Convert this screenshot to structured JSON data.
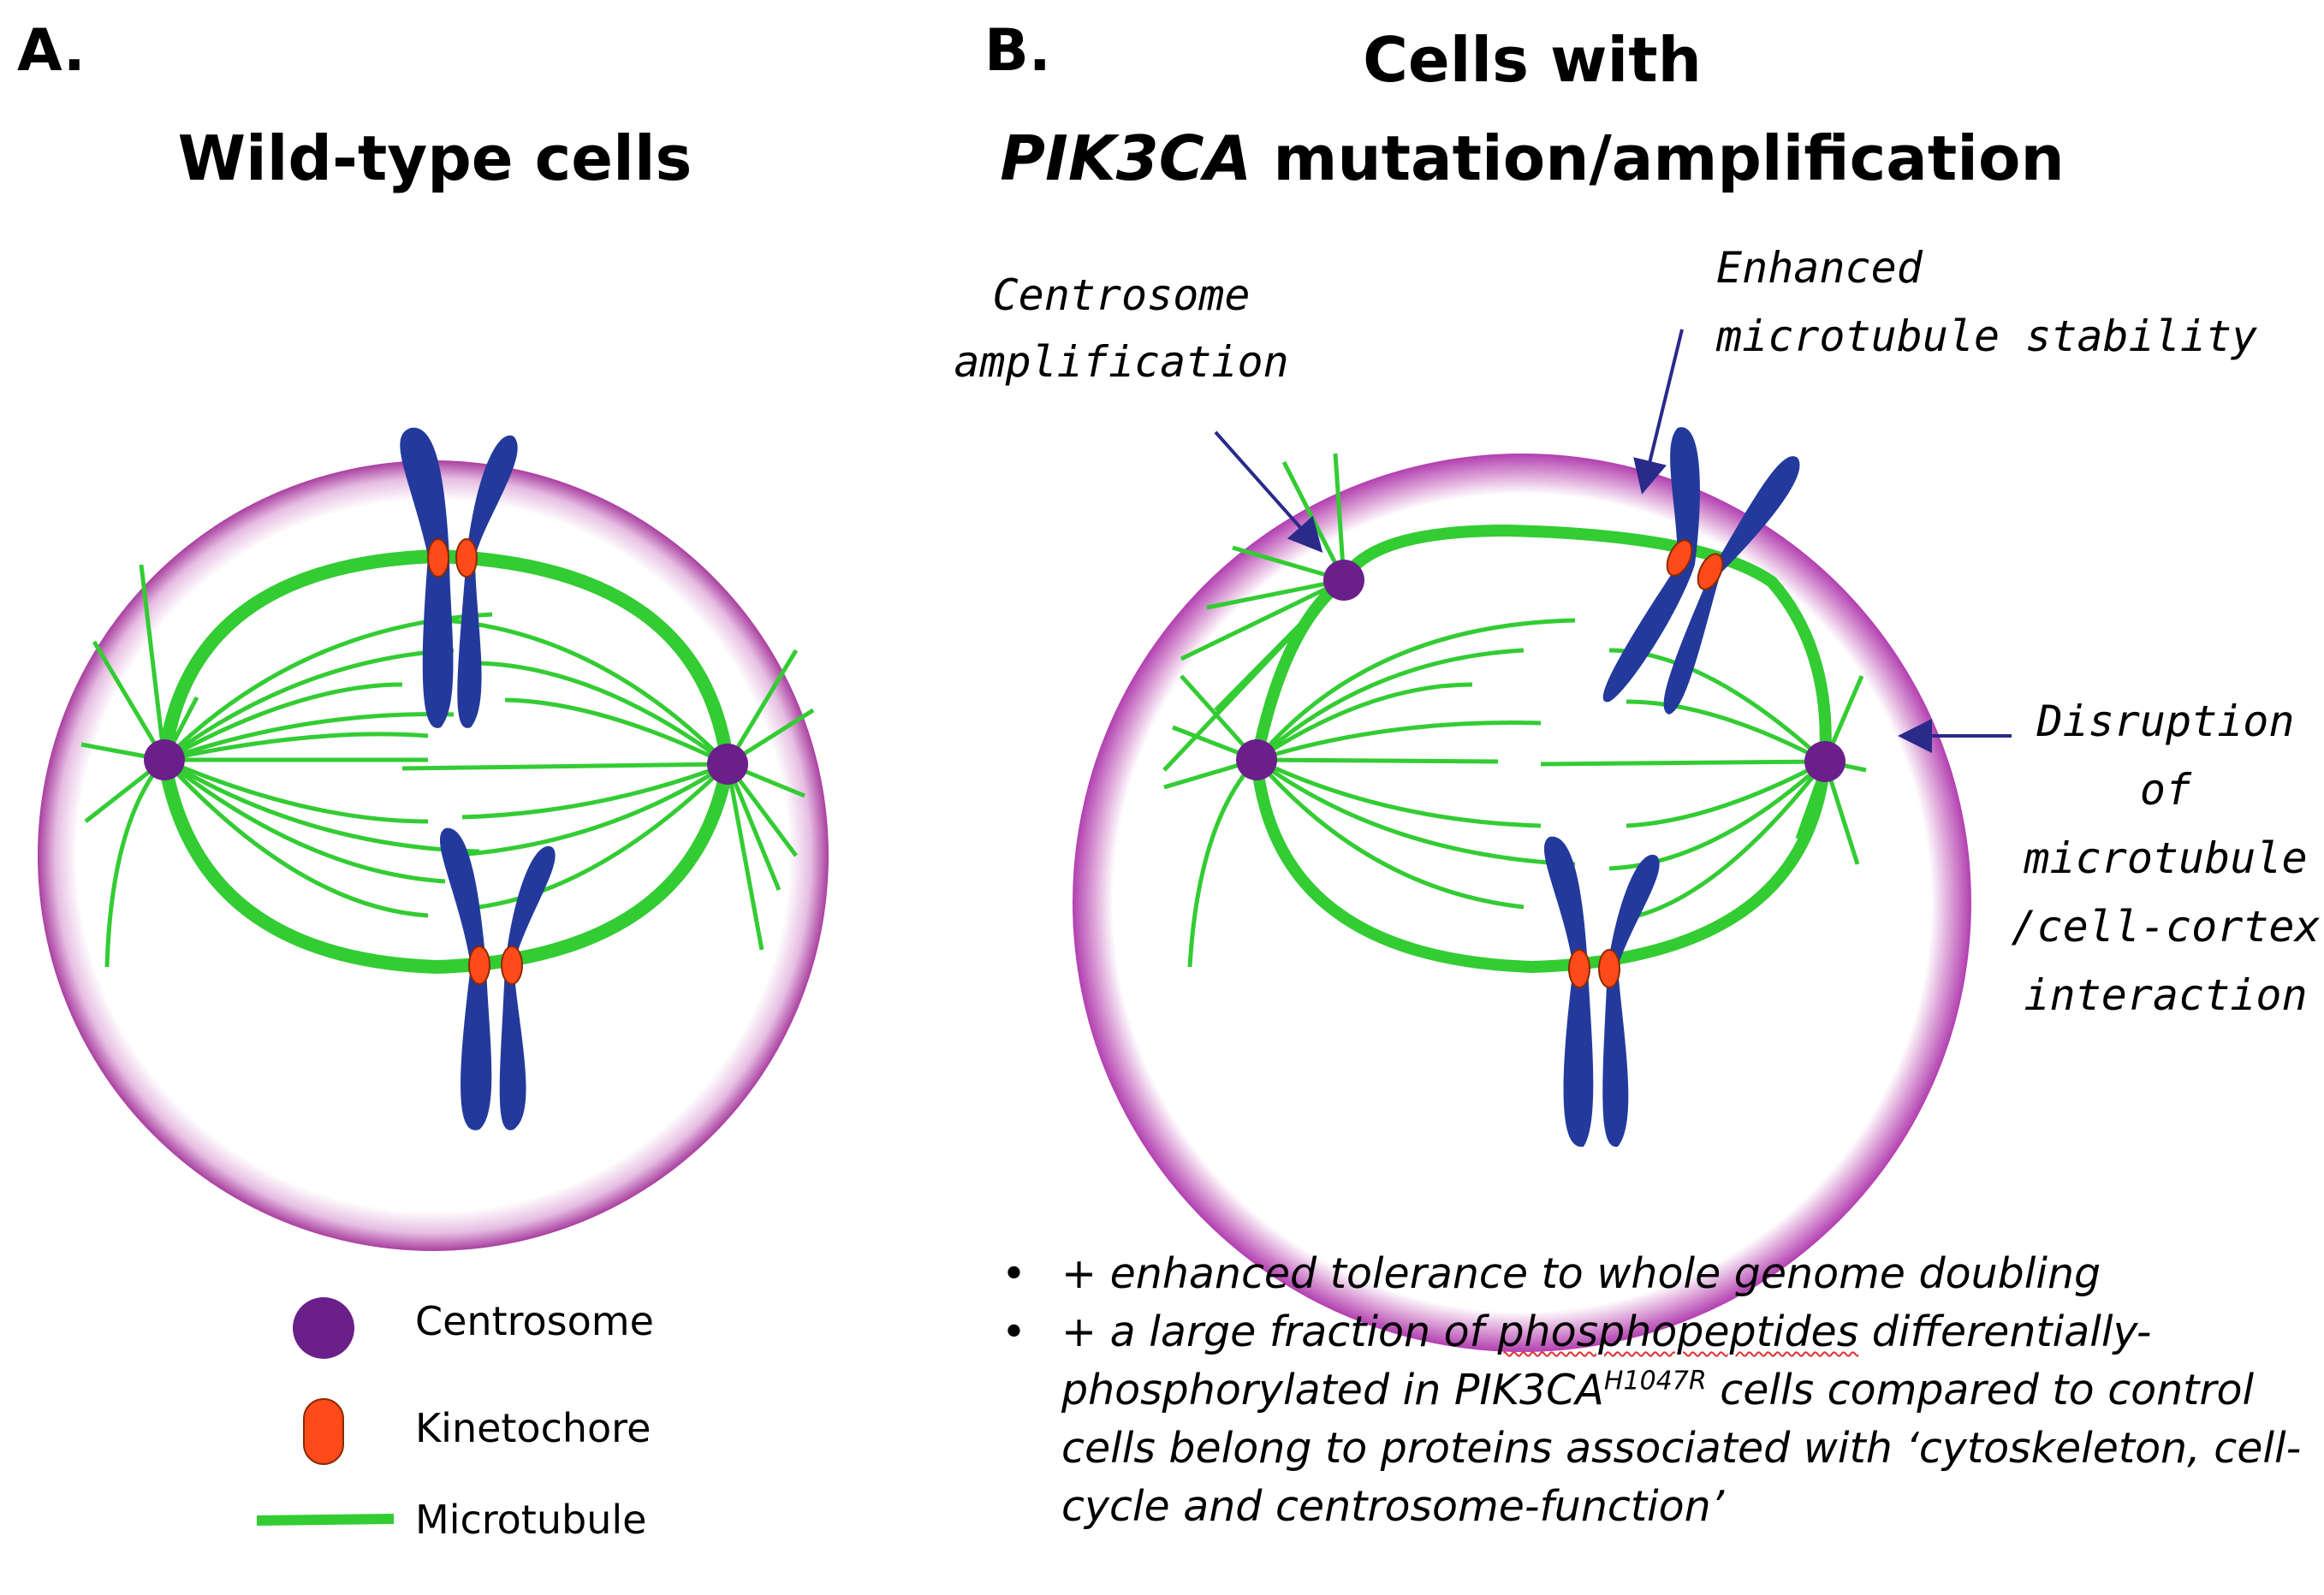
{
  "panel_a": {
    "letter": "A.",
    "title": "Wild-type cells"
  },
  "panel_b": {
    "letter": "B.",
    "title_line1": "Cells with",
    "title_gene": "PIK3CA",
    "title_rest": " mutation/amplification",
    "annotations": {
      "centrosome_amp_line1": "Centrosome",
      "centrosome_amp_line2": "amplification",
      "mt_stability_line1": "Enhanced",
      "mt_stability_line2": "microtubule stability",
      "disruption_line1": "Disruption",
      "disruption_line2": "of",
      "disruption_line3": "microtubule",
      "disruption_line4": "/cell-cortex",
      "disruption_line5": "interaction"
    }
  },
  "legend": {
    "centrosome": "Centrosome",
    "kinetochore": "Kinetochore",
    "microtubule": "Microtubule"
  },
  "bullets": {
    "b1": "+ enhanced tolerance to whole genome doubling",
    "b2_pre": "+ a large fraction of ",
    "b2_word": "phosphopeptides",
    "b2_mid": " differentially-phosphorylated in PIK3CA",
    "b2_sup": "H1047R",
    "b2_post": " cells compared to control cells belong to proteins associated with ‘cytoskeleton, cell-cycle and centrosome-function’",
    "marker": "•"
  },
  "colors": {
    "cell_border": "#c060b8",
    "microtubule": "#33cc33",
    "chromosome": "#233a9c",
    "kinetochore": "#ff4a1a",
    "centrosome": "#6a1f8a",
    "arrow": "#2a2a8a"
  }
}
